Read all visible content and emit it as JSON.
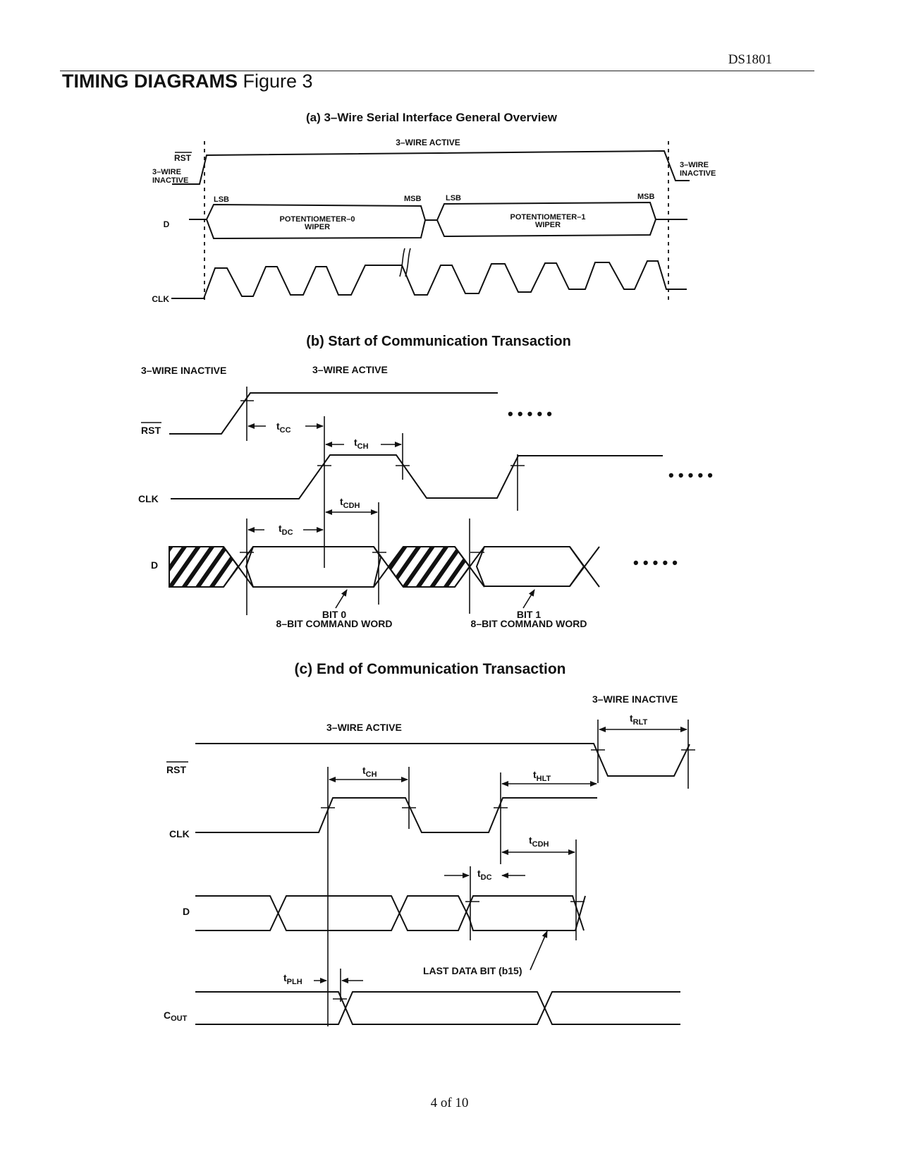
{
  "header": {
    "doc_id": "DS1801",
    "title_bold": "TIMING DIAGRAMS",
    "title_rest": " Figure 3"
  },
  "panels": {
    "a": {
      "title": "(a)  3–Wire Serial Interface General Overview",
      "rst_label": "RST",
      "inactive_left_1": "3–WIRE",
      "inactive_left_2": "INACTIVE",
      "active_label": "3–WIRE ACTIVE",
      "inactive_right_1": "3–WIRE",
      "inactive_right_2": "INACTIVE",
      "d_label": "D",
      "clk_label": "CLK",
      "lsb0": "LSB",
      "msb0": "MSB",
      "lsb1": "LSB",
      "msb1": "MSB",
      "pot0_1": "POTENTIOMETER–0",
      "pot0_2": "WIPER",
      "pot1_1": "POTENTIOMETER–1",
      "pot1_2": "WIPER"
    },
    "b": {
      "title": "(b)  Start of Communication Transaction",
      "inactive_label": "3–WIRE INACTIVE",
      "active_label": "3–WIRE ACTIVE",
      "rst_label": "RST",
      "clk_label": "CLK",
      "d_label": "D",
      "tcc": {
        "t": "t",
        "sub": "CC"
      },
      "tch": {
        "t": "t",
        "sub": "CH"
      },
      "tcdh": {
        "t": "t",
        "sub": "CDH"
      },
      "tdc": {
        "t": "t",
        "sub": "DC"
      },
      "bit0_1": "BIT 0",
      "bit0_2": "8–BIT COMMAND WORD",
      "bit1_1": "BIT 1",
      "bit1_2": "8–BIT COMMAND WORD",
      "ellipsis": "•  •  •  •  •"
    },
    "c": {
      "title": "(c)  End of Communication Transaction",
      "inactive_label": "3–WIRE INACTIVE",
      "active_label": "3–WIRE ACTIVE",
      "rst_label": "RST",
      "clk_label": "CLK",
      "d_label": "D",
      "cout_label": {
        "t": "C",
        "sub": "OUT"
      },
      "trlt": {
        "t": "t",
        "sub": "RLT"
      },
      "tch": {
        "t": "t",
        "sub": "CH"
      },
      "thlt": {
        "t": "t",
        "sub": "HLT"
      },
      "tcdh": {
        "t": "t",
        "sub": "CDH"
      },
      "tdc": {
        "t": "t",
        "sub": "DC"
      },
      "tplh": {
        "t": "t",
        "sub": "PLH"
      },
      "last_bit": "LAST DATA BIT (b15)"
    }
  },
  "footer": {
    "page": "4 of 10"
  }
}
